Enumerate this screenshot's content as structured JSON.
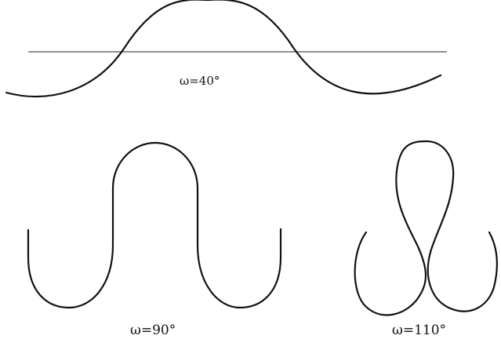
{
  "figure": {
    "labels": {
      "omega_40": "ω=40°",
      "omega_90": "ω=90°",
      "omega_110": "ω=110°"
    }
  }
}
